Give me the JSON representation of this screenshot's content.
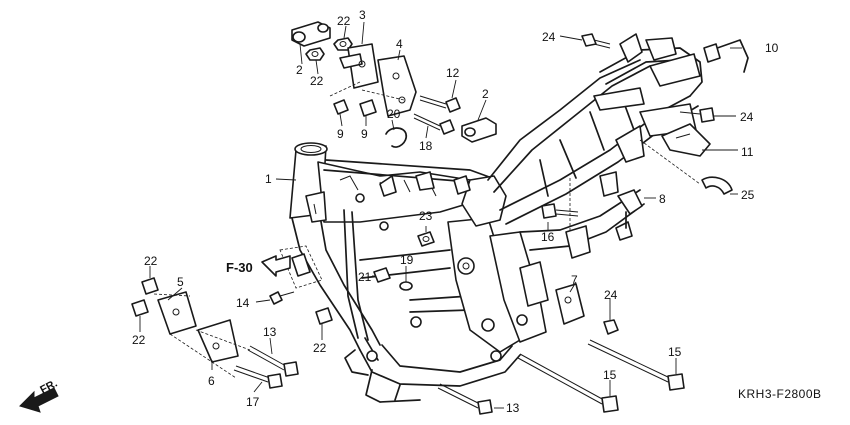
{
  "labels": {
    "l1": "1",
    "l2a": "2",
    "l2b": "2",
    "l3": "3",
    "l4": "4",
    "l5": "5",
    "l6": "6",
    "l7": "7",
    "l8": "8",
    "l9a": "9",
    "l9b": "9",
    "l10": "10",
    "l11": "11",
    "l12": "12",
    "l13a": "13",
    "l13b": "13",
    "l14": "14",
    "l15a": "15",
    "l15b": "15",
    "l16": "16",
    "l17": "17",
    "l18": "18",
    "l19": "19",
    "l20": "20",
    "l21": "21",
    "l22a": "22",
    "l22b": "22",
    "l22c": "22",
    "l22d": "22",
    "l22e": "22",
    "l23": "23",
    "l24a": "24",
    "l24b": "24",
    "l24c": "24",
    "l25": "25"
  },
  "ref_label": "F-30",
  "direction_label": "FR.",
  "drawing_code": "KRH3-F2800B"
}
